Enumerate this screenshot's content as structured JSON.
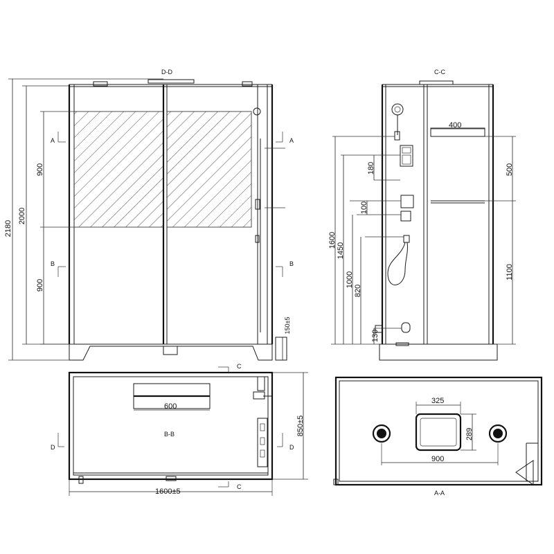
{
  "views": {
    "front": "D-D",
    "side": "C-C",
    "plan": "B-B",
    "ceiling": "A-A"
  },
  "section_markers": {
    "a": "A",
    "b": "B",
    "c": "C",
    "d": "D"
  },
  "dimensions": {
    "total_height": "2180",
    "glass_height": "2000",
    "upper_panel": "900",
    "lower_panel": "900",
    "tray_height": "150±5",
    "shelf_width": "400",
    "shelf_spacing": "500",
    "shelf_low_height": "1100",
    "control_gap": "180",
    "valve_gap": "100",
    "h_1600": "1600",
    "h_1450": "1450",
    "h_1000": "1000",
    "h_820": "820",
    "h_130": "130",
    "seat_width": "600",
    "depth": "850±5",
    "width": "1600±5",
    "rain_width": "325",
    "rain_depth": "289",
    "speaker_spacing": "900"
  }
}
